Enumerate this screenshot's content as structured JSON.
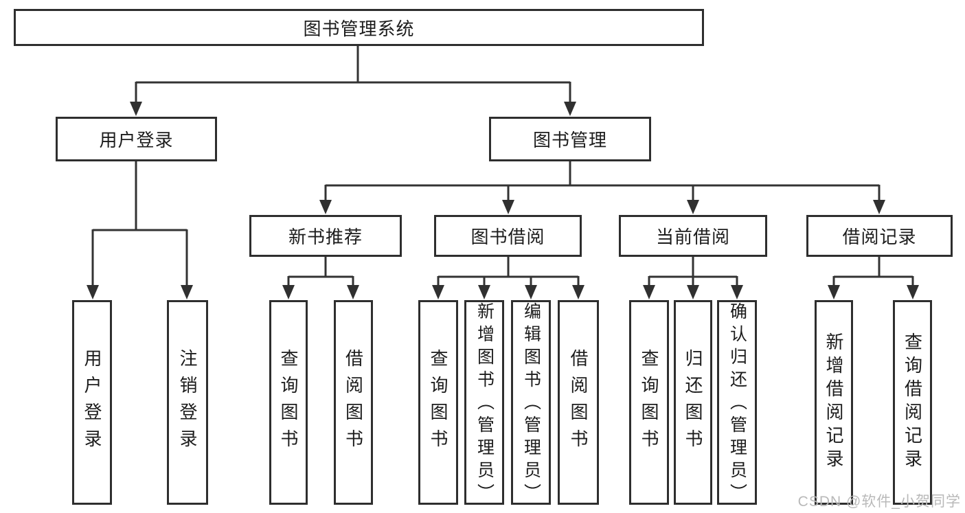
{
  "diagram_type": "hierarchy-tree",
  "colors": {
    "line": "#333333",
    "arrow": "#303030",
    "box_border": "#2e2e2e",
    "box_fill": "#ffffff",
    "text": "#1c1c1c",
    "watermark": "#b9b9b9",
    "background": "#ffffff"
  },
  "tree": {
    "root": {
      "label": "图书管理系统"
    },
    "branches": [
      {
        "label": "用户登录",
        "children": [
          "用户登录",
          "注销登录"
        ]
      },
      {
        "label": "图书管理",
        "groups": [
          {
            "label": "新书推荐",
            "children": [
              "查询图书",
              "借阅图书"
            ]
          },
          {
            "label": "图书借阅",
            "children": [
              "查询图书",
              "新增图书（管理员）",
              "编辑图书（管理员）",
              "借阅图书"
            ]
          },
          {
            "label": "当前借阅",
            "children": [
              "查询图书",
              "归还图书",
              "确认归还（管理员）"
            ]
          },
          {
            "label": "借阅记录",
            "children": [
              "新增借阅记录",
              "查询借阅记录"
            ]
          }
        ]
      }
    ]
  },
  "watermark": {
    "text": "CSDN @软件_小贺同学"
  }
}
